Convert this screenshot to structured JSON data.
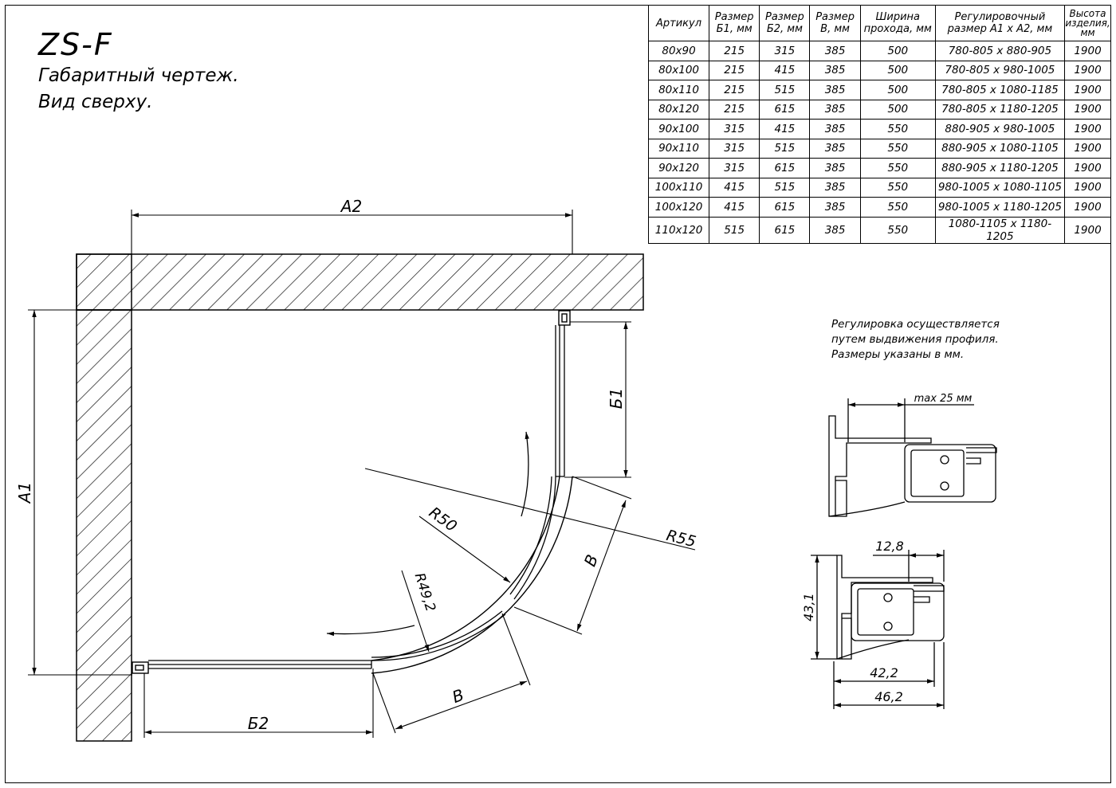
{
  "drawing": {
    "title": "ZS-F",
    "subtitle_line1": "Габаритный чертеж.",
    "subtitle_line2": "Вид сверху.",
    "note_lines": [
      "Регулировка осуществляется",
      "путем выдвижения профиля.",
      "Размеры указаны в мм."
    ]
  },
  "spec_table": {
    "headers": [
      [
        "Артикул"
      ],
      [
        "Размер",
        "Б1, мм"
      ],
      [
        "Размер",
        "Б2, мм"
      ],
      [
        "Размер",
        "В, мм"
      ],
      [
        "Ширина",
        "прохода, мм"
      ],
      [
        "Регулировочный",
        "размер А1 х А2, мм"
      ],
      [
        "Высота",
        "изделия,",
        "мм"
      ]
    ],
    "rows": [
      [
        "80x90",
        "215",
        "315",
        "385",
        "500",
        "780-805 x 880-905",
        "1900"
      ],
      [
        "80x100",
        "215",
        "415",
        "385",
        "500",
        "780-805 x 980-1005",
        "1900"
      ],
      [
        "80x110",
        "215",
        "515",
        "385",
        "500",
        "780-805 x 1080-1185",
        "1900"
      ],
      [
        "80x120",
        "215",
        "615",
        "385",
        "500",
        "780-805 x 1180-1205",
        "1900"
      ],
      [
        "90x100",
        "315",
        "415",
        "385",
        "550",
        "880-905 x 980-1005",
        "1900"
      ],
      [
        "90x110",
        "315",
        "515",
        "385",
        "550",
        "880-905 x 1080-1105",
        "1900"
      ],
      [
        "90x120",
        "315",
        "615",
        "385",
        "550",
        "880-905 x 1180-1205",
        "1900"
      ],
      [
        "100x110",
        "415",
        "515",
        "385",
        "550",
        "980-1005 x 1080-1105",
        "1900"
      ],
      [
        "100x120",
        "415",
        "615",
        "385",
        "550",
        "980-1005 x 1180-1205",
        "1900"
      ],
      [
        "110x120",
        "515",
        "615",
        "385",
        "550",
        "1080-1105 x 1180-1205",
        "1900"
      ]
    ]
  },
  "plan_labels": {
    "a2": "А2",
    "a1": "А1",
    "b1": "Б1",
    "b2": "Б2",
    "v_upper": "В",
    "v_lower": "В",
    "r50": "R50",
    "r55": "R55",
    "r49": "R49,2"
  },
  "profile_labels": {
    "max": "max 25 мм",
    "d128": "12,8",
    "d431": "43,1",
    "d422": "42,2",
    "d462": "46,2"
  }
}
